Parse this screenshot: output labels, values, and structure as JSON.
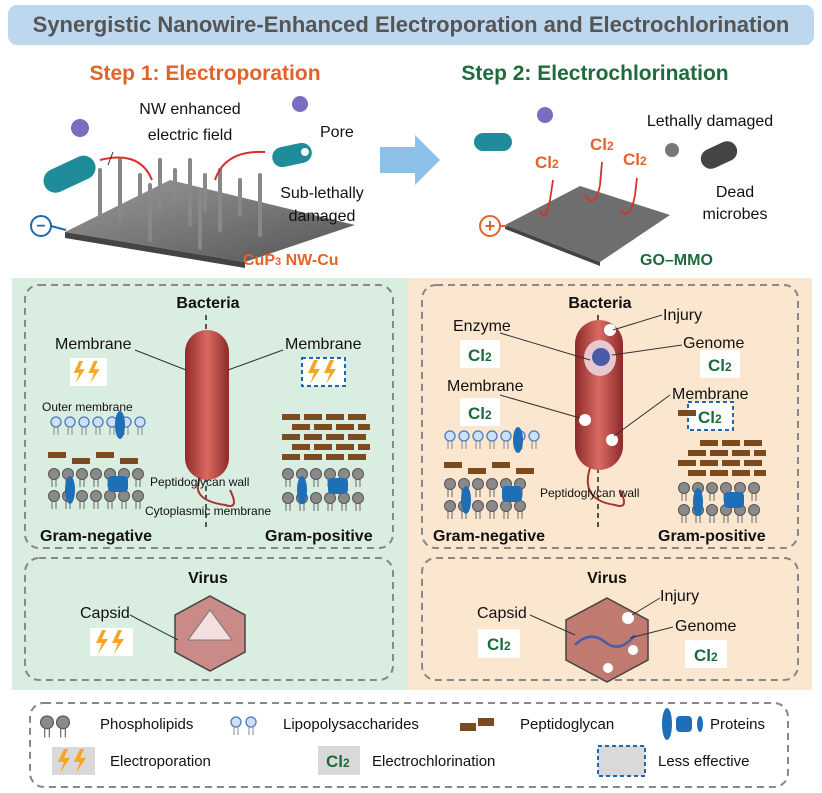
{
  "title": "Synergistic Nanowire-Enhanced Electroporation and Electrochlorination",
  "colors": {
    "title_bg": "#bdd7ee",
    "step1": "#e2632a",
    "step2": "#1e6b3c",
    "left_panel": "#d9ede0",
    "right_panel": "#fbe6d0",
    "bolt": "#f5a623",
    "protein": "#1f6fb8",
    "peptidoglycan": "#7b4a1e"
  },
  "step1": {
    "title": "Step 1: Electroporation",
    "field_label_1": "NW enhanced",
    "field_label_2": "electric field",
    "pore": "Pore",
    "damage_1": "Sub-lethally",
    "damage_2": "damaged",
    "electrode": "CuP",
    "electrode_sub": "3",
    "electrode_rest": " NW-Cu",
    "polarity": "−"
  },
  "step2": {
    "title": "Step 2: Electrochlorination",
    "gas": "Cl",
    "gas_sub": "2",
    "lethal": "Lethally damaged",
    "dead_1": "Dead",
    "dead_2": "microbes",
    "electrode": "GO–MMO",
    "polarity": "+"
  },
  "left": {
    "bacteria_title": "Bacteria",
    "membrane_left": "Membrane",
    "membrane_right": "Membrane",
    "outer_membrane": "Outer membrane",
    "peptidoglycan_wall": "Peptidoglycan wall",
    "cytoplasmic_membrane": "Cytoplasmic membrane",
    "gram_negative": "Gram-negative",
    "gram_positive": "Gram-positive",
    "virus_title": "Virus",
    "capsid": "Capsid"
  },
  "right": {
    "bacteria_title": "Bacteria",
    "enzyme": "Enzyme",
    "membrane_left": "Membrane",
    "injury": "Injury",
    "genome": "Genome",
    "membrane_right": "Membrane",
    "peptidoglycan_wall": "Peptidoglycan wall",
    "gram_negative": "Gram-negative",
    "gram_positive": "Gram-positive",
    "virus_title": "Virus",
    "capsid": "Capsid",
    "virus_injury": "Injury",
    "virus_genome": "Genome"
  },
  "legend": {
    "phospholipids": "Phospholipids",
    "lipopolysaccharides": "Lipopolysaccharides",
    "peptidoglycan": "Peptidoglycan",
    "proteins": "Proteins",
    "electroporation": "Electroporation",
    "electrochlorination": "Electrochlorination",
    "less_effective": "Less effective"
  }
}
